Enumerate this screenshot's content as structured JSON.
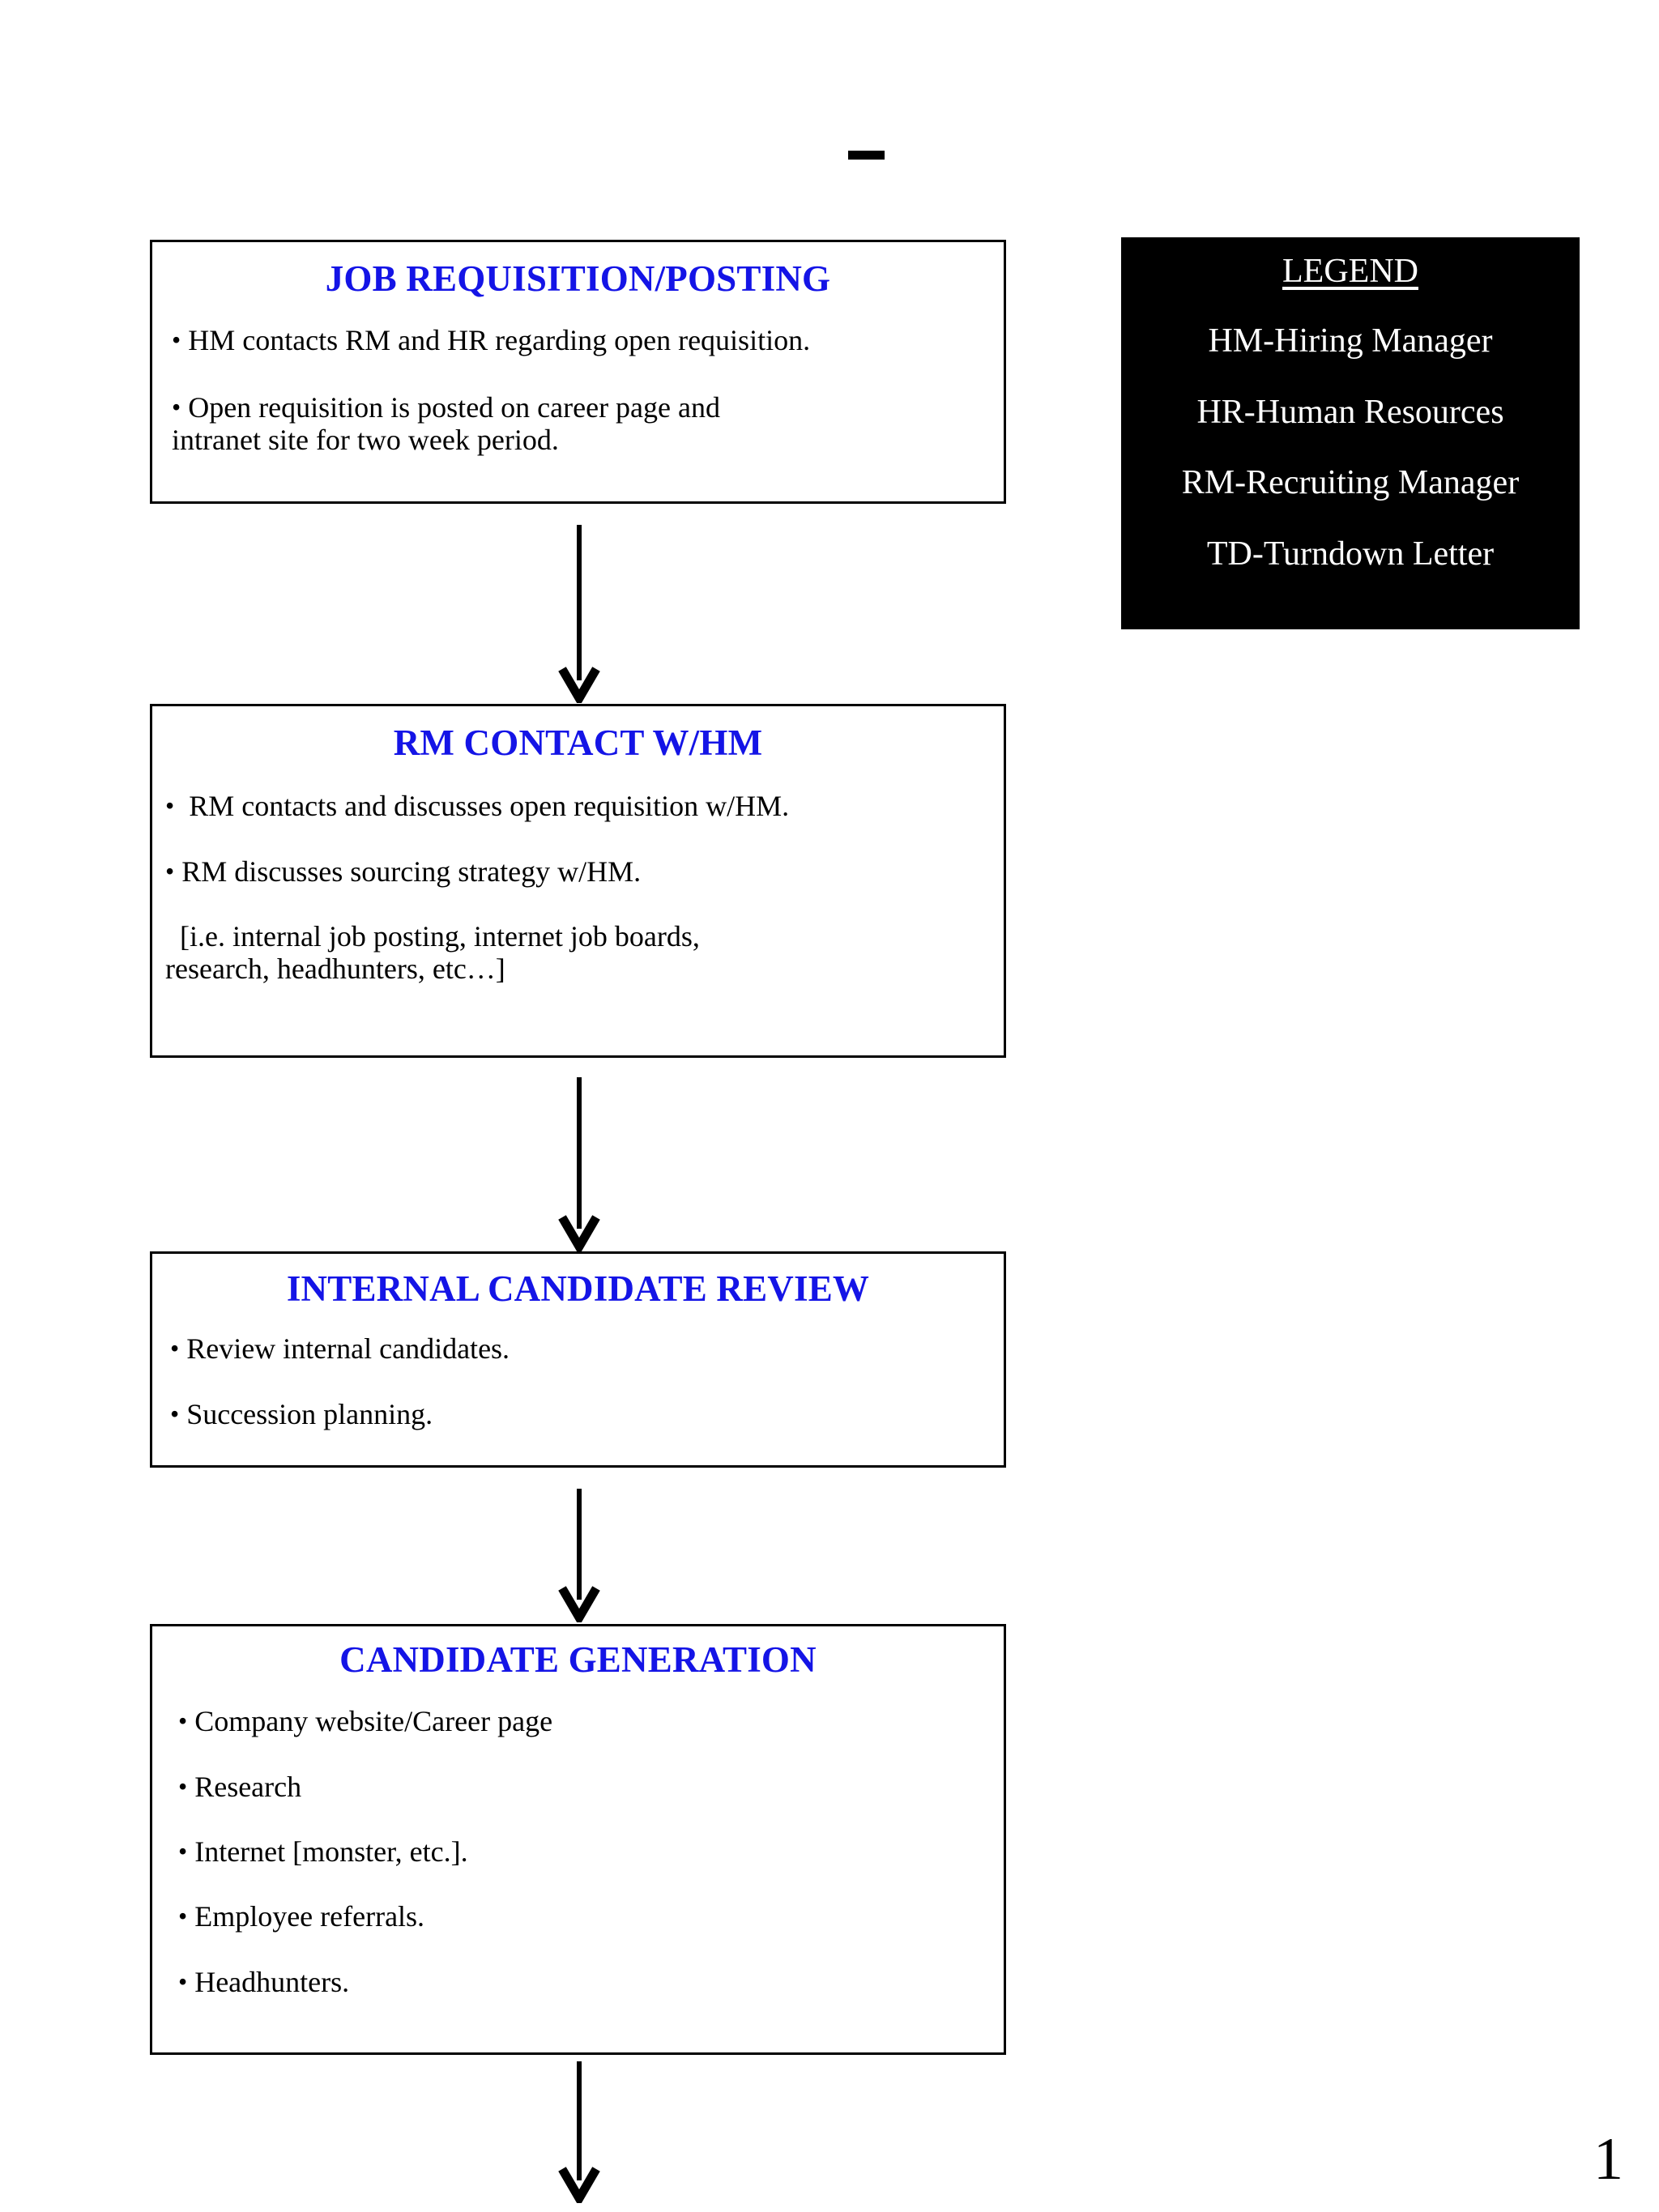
{
  "slide": {
    "page_number": "1",
    "top_mark": "dash",
    "accent_color": "#1414E6",
    "legend_bg_color": "#000000",
    "legend_text_color": "#FFFFFF",
    "bullet_glyph": "•"
  },
  "legend": {
    "title": "LEGEND",
    "items": [
      "HM-Hiring Manager",
      "HR-Human Resources",
      "RM-Recruiting Manager",
      "TD-Turndown Letter"
    ]
  },
  "boxes": [
    {
      "id": "requisition",
      "title": "JOB REQUISITION/POSTING",
      "lines": [
        {
          "bullet": true,
          "text": "HM contacts RM and HR regarding open requisition."
        },
        {
          "bullet": true,
          "text": "Open requisition is posted on career page and\nintranet site for two week period."
        }
      ]
    },
    {
      "id": "rmcontact",
      "title": "RM CONTACT W/HM",
      "lines": [
        {
          "bullet": true,
          "text": "RM contacts and discusses open requisition w/HM."
        },
        {
          "bullet": true,
          "text": "RM discusses sourcing strategy w/HM."
        },
        {
          "bullet": false,
          "text": "  [i.e. internal job posting, internet job boards,\nresearch, headhunters, etc…]"
        }
      ]
    },
    {
      "id": "internal",
      "title": "INTERNAL CANDIDATE REVIEW",
      "lines": [
        {
          "bullet": true,
          "text": "Review internal candidates."
        },
        {
          "bullet": true,
          "text": "Succession planning."
        }
      ]
    },
    {
      "id": "generation",
      "title": "CANDIDATE GENERATION",
      "lines": [
        {
          "bullet": true,
          "text": "Company website/Career page"
        },
        {
          "bullet": true,
          "text": "Research"
        },
        {
          "bullet": true,
          "text": "Internet [monster, etc.]."
        },
        {
          "bullet": true,
          "text": "Employee referrals."
        },
        {
          "bullet": true,
          "text": "Headhunters."
        }
      ]
    }
  ],
  "arrows": [
    {
      "id": "arrow-1",
      "from": "requisition",
      "to": "rmcontact",
      "length": 215
    },
    {
      "id": "arrow-2",
      "from": "rmcontact",
      "to": "internal",
      "length": 210
    },
    {
      "id": "arrow-3",
      "from": "internal",
      "to": "generation",
      "length": 160
    },
    {
      "id": "arrow-4",
      "from": "generation",
      "to": "next-page",
      "length": 170
    }
  ]
}
